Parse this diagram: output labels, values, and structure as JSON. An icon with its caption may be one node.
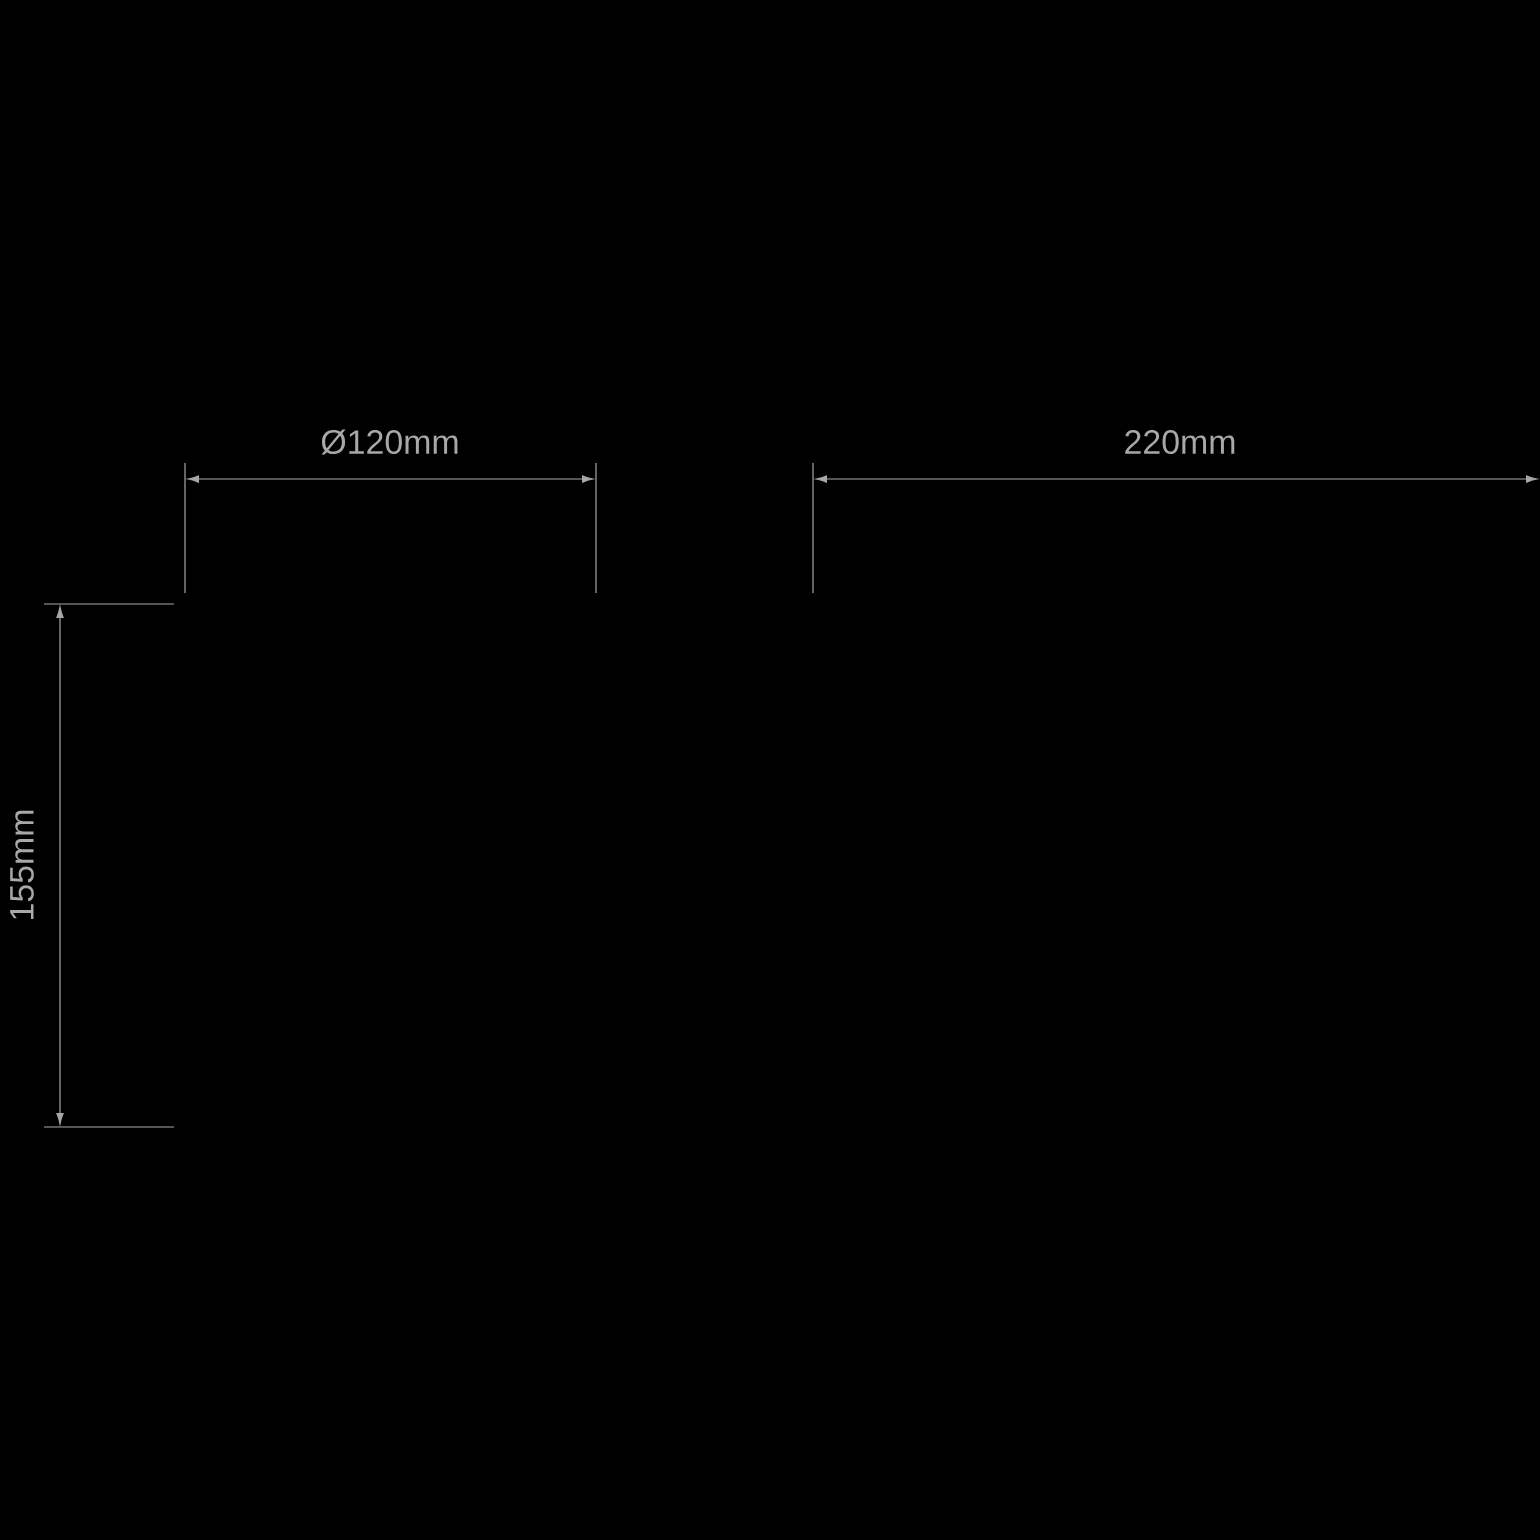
{
  "diagram": {
    "labels": [
      "Ø120mm",
      "220mm",
      "155mm"
    ]
  }
}
